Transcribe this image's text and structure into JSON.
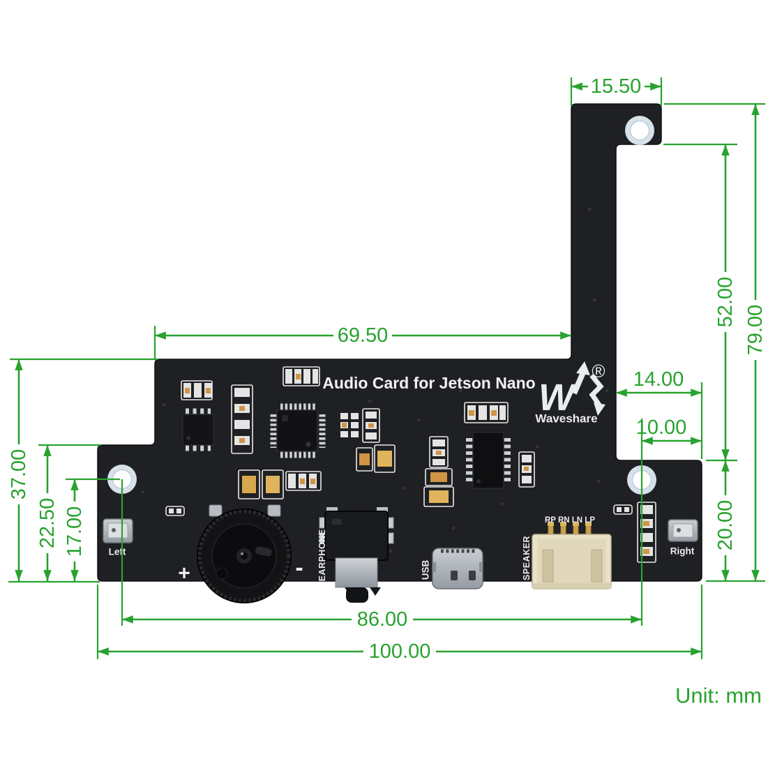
{
  "page": {
    "unit_label": "Unit: mm"
  },
  "board": {
    "title": "Audio Card for Jetson Nano",
    "brand": {
      "name": "Waveshare",
      "registered_mark": "®"
    },
    "silkscreen": {
      "earphone": "EARPHONE",
      "usb": "USB",
      "speaker": "SPEAKER",
      "speaker_pin_labels": "RP RN LN LP",
      "mic_left": "Left",
      "mic_right": "Right",
      "volume_plus": "+",
      "volume_minus": "-"
    }
  },
  "dimensions_mm": {
    "arm_width": "15.50",
    "notch_height": "52.00",
    "overall_height": "79.00",
    "upper_body_width": "69.50",
    "notch_width": "14.00",
    "hole_to_right_edge": "10.00",
    "left_body_height": "37.00",
    "left_step_height": "22.50",
    "left_hole_to_bottom": "17.00",
    "right_body_height": "20.00",
    "hole_spacing": "86.00",
    "overall_width": "100.00"
  },
  "colors": {
    "dimension_green": "#28a22e",
    "board_dark": "#1f2023",
    "silkscreen_white": "#ededee"
  }
}
